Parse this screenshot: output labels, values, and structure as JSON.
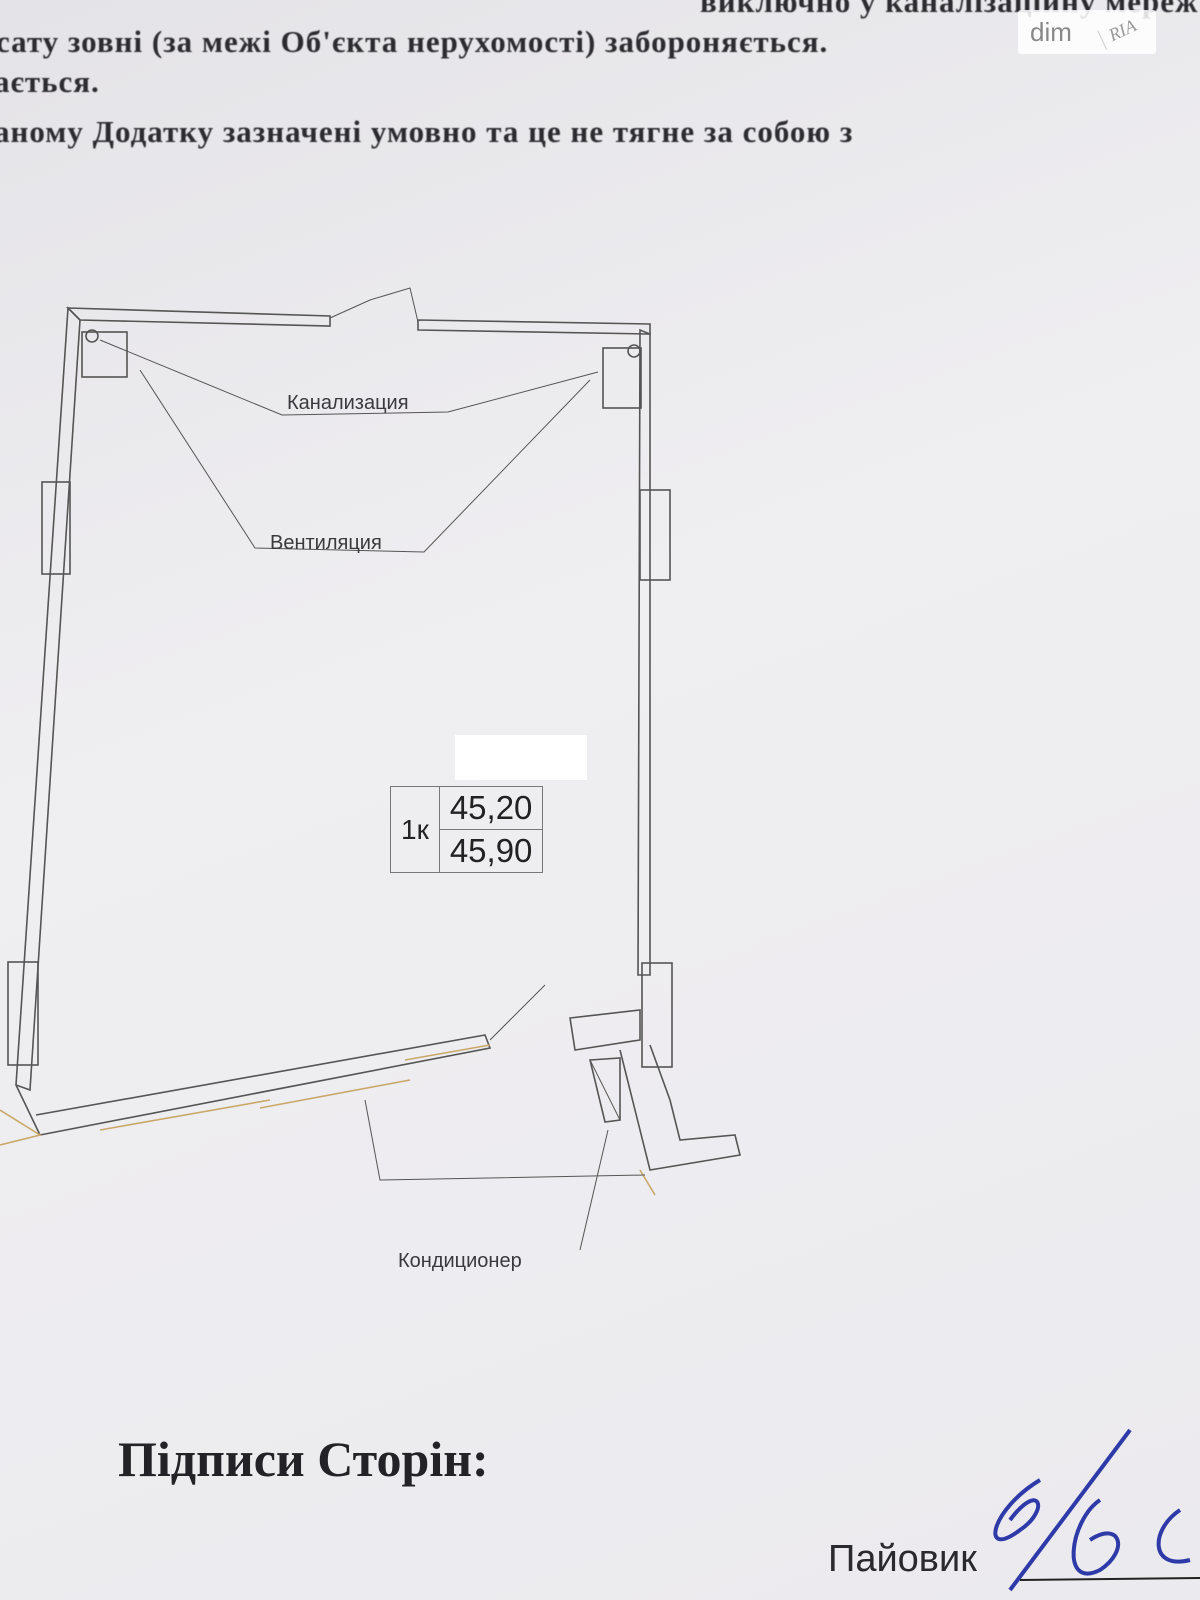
{
  "document": {
    "text_lines": [
      "виключно  у  каналізаційну  мереж",
      "сату зовні (за межі Об'єкта нерухомості) забороняється.",
      "ається.",
      "аному Додатку зазначені умовно та це не тягне за собою з"
    ],
    "watermark": {
      "brand": "dim",
      "sub": "RIA"
    },
    "plan": {
      "labels": {
        "sewer": "Канализация",
        "ventilation": "Вентиляция",
        "air_conditioner": "Кондиционер"
      },
      "unit": {
        "type": "1к",
        "area_1": "45,20",
        "area_2": "45,90"
      }
    },
    "signatures": {
      "title": "Підписи Сторін:",
      "party": "Пайовик"
    }
  }
}
